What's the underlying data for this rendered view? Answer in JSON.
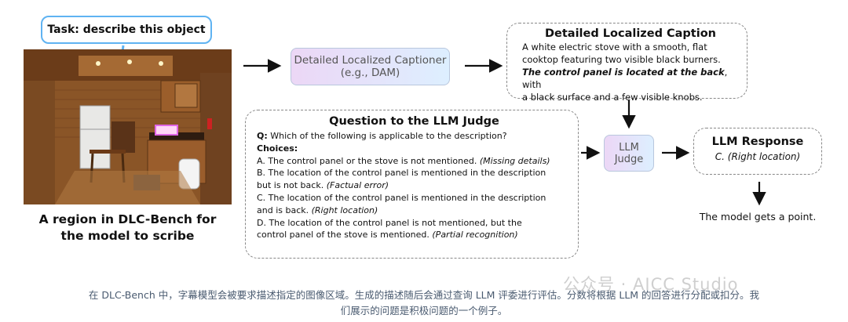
{
  "task": "Task: describe this object",
  "region_caption": [
    "A region in DLC-Bench for",
    "the model to scribe"
  ],
  "captioner": {
    "line1": "Detailed Localized Captioner",
    "line2": "(e.g., DAM)"
  },
  "caption_box": {
    "title": "Detailed Localized Caption",
    "line1": "A white electric stove with a smooth, flat",
    "line2": "cooktop featuring two visible black burners.",
    "line3_emph": "The control panel is located at the back",
    "line3_rest": ", with",
    "line4": "a black surface and a few visible knobs."
  },
  "judge_question": {
    "title": "Question to the LLM Judge",
    "q_label": "Q:",
    "q_text": " Which of the following is applicable to the description?",
    "choices_label": "Choices:",
    "a_text": "A. The control panel or the stove is not mentioned. ",
    "a_tag": "(Missing details)",
    "b_text1": "B. The location of the control panel is mentioned in the description",
    "b_text2": "but is not back. ",
    "b_tag": "(Factual error)",
    "c_text1": "C. The location of the control panel is mentioned in the description",
    "c_text2": "and is back. ",
    "c_tag": "(Right location)",
    "d_text1": "D. The location of the control panel is not mentioned, but the",
    "d_text2": "control panel of the stove is mentioned. ",
    "d_tag": "(Partial recognition)"
  },
  "judge": {
    "line1": "LLM",
    "line2": "Judge"
  },
  "response": {
    "title": "LLM Response",
    "answer": "C. (Right location)"
  },
  "point": "The model gets a point.",
  "footer": {
    "line1": "在 DLC-Bench 中，字幕模型会被要求描述指定的图像区域。生成的描述随后会通过查询 LLM 评委进行评估。分数将根据 LLM 的回答进行分配或扣分。我",
    "line2": "们展示的问题是积极问题的一个例子。"
  },
  "watermark": "公众号 · AICC Studio",
  "colors": {
    "task_border": "#5fb3f2",
    "highlight": "#e066e6",
    "arrow": "#111111"
  }
}
